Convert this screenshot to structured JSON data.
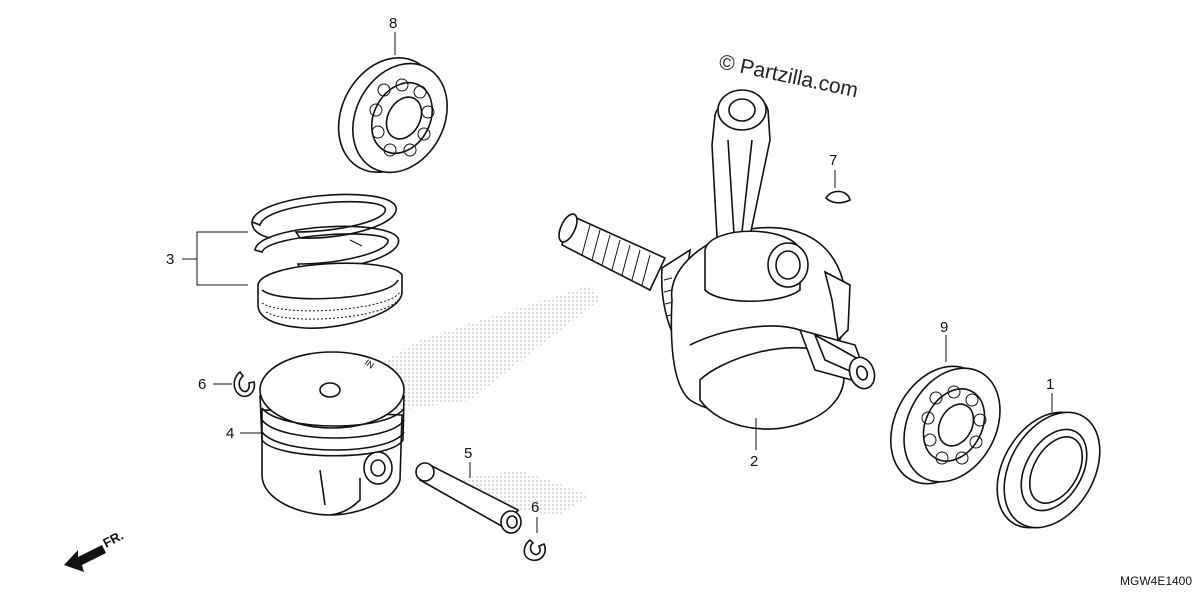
{
  "watermark": "© Partzilla.com",
  "diagram_code": "MGW4E1400",
  "front_indicator": "FR.",
  "piston_mark": "IN",
  "callouts": {
    "oil_seal": "1",
    "crankshaft": "2",
    "piston_ring_set": "3",
    "piston": "4",
    "piston_pin": "5",
    "pin_clip_left": "6",
    "pin_clip_right": "6",
    "woodruff_key": "7",
    "bearing_top": "8",
    "bearing_right": "9"
  }
}
